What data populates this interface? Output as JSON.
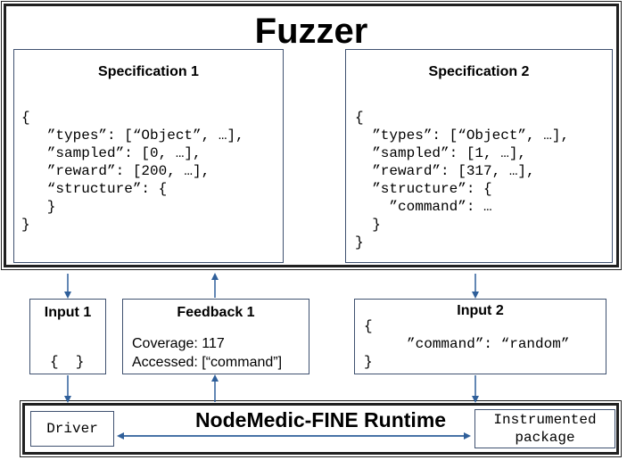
{
  "fuzzer": {
    "title": "Fuzzer",
    "spec1": {
      "title": "Specification 1",
      "code": "{\n   ”types”: [“Object”, …],\n   ”sampled”: [0, …],\n   ”reward”: [200, …],\n   “structure”: {\n   }\n}"
    },
    "spec2": {
      "title": "Specification 2",
      "code": "{\n  ”types”: [“Object”, …],\n  ”sampled”: [1, …],\n  ”reward”: [317, …],\n  ”structure”: {\n    ”command”: …\n  }\n}"
    }
  },
  "input1": {
    "title": "Input 1",
    "code": "{  }"
  },
  "feedback1": {
    "title": "Feedback 1",
    "coverage": "Coverage: 117",
    "accessed": "Accessed: [“command”]"
  },
  "input2": {
    "title": "Input 2",
    "code": "{\n     ”command”: “random”\n}"
  },
  "runtime": {
    "title": "NodeMedic-FINE Runtime",
    "driver": "Driver",
    "package": "Instrumented\npackage"
  },
  "colors": {
    "box_border": "#3f5170",
    "arrow": "#2f5f9a",
    "frame": "#202020"
  }
}
